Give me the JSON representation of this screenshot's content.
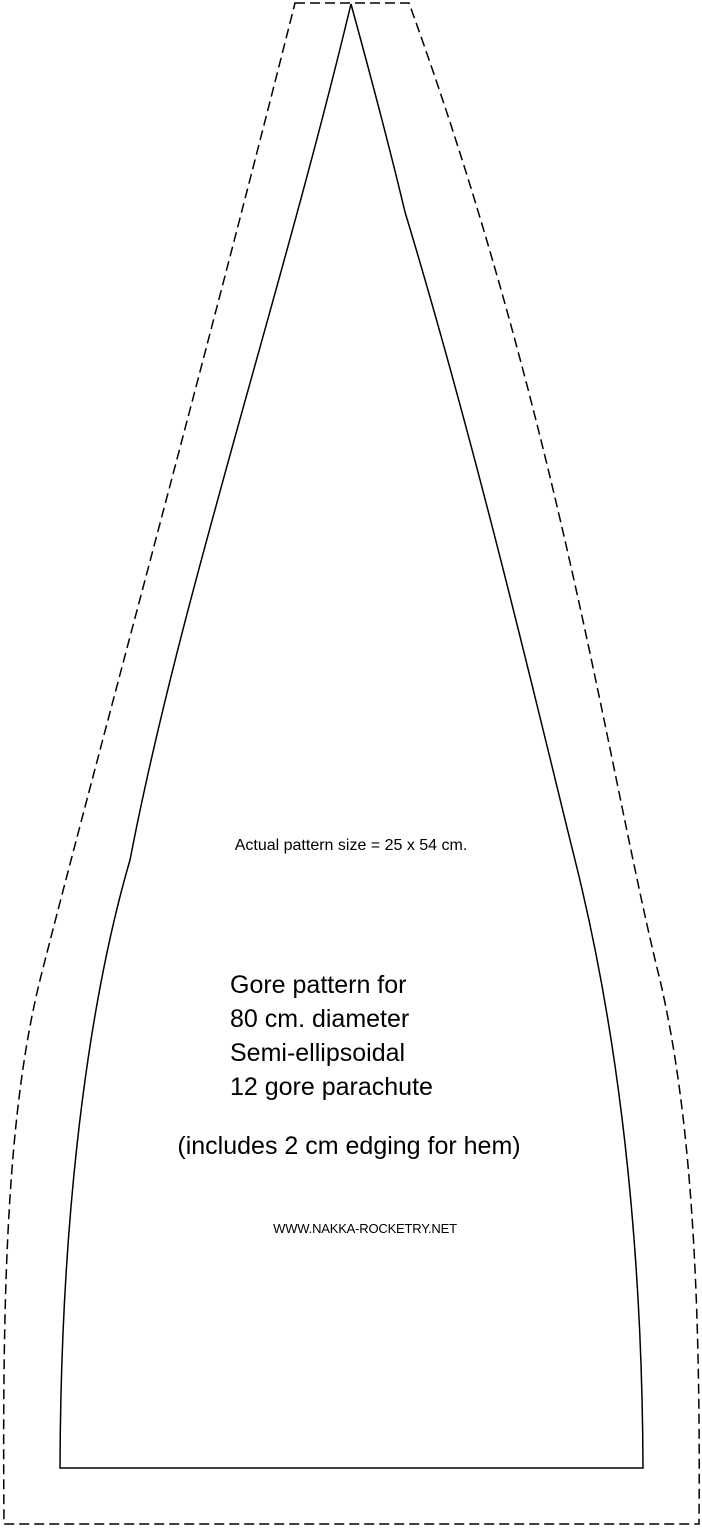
{
  "diagram": {
    "size_note": "Actual pattern size = 25 x 54 cm.",
    "title_lines": [
      "Gore pattern for",
      "80 cm. diameter",
      "Semi-ellipsoidal",
      "12 gore parachute"
    ],
    "hem_note": "(includes 2 cm edging for hem)",
    "website": "WWW.NAKKA-ROCKETRY.NET",
    "colors": {
      "line": "#000000",
      "background": "#ffffff"
    },
    "outlines": [
      {
        "name": "cut-line",
        "style": "dashed"
      },
      {
        "name": "sewing-line",
        "style": "solid"
      }
    ]
  }
}
